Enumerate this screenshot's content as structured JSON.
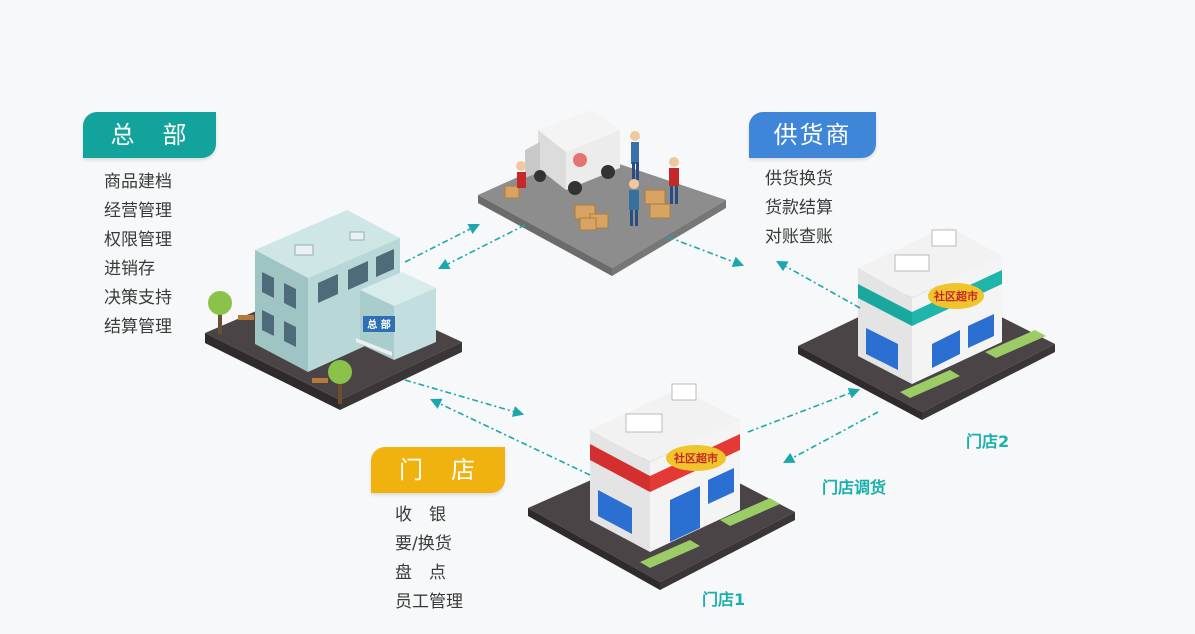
{
  "headquarters": {
    "title": "总　部",
    "items": [
      "商品建档",
      "经营管理",
      "权限管理",
      "进销存",
      "决策支持",
      "结算管理"
    ],
    "building_sign": "总 部"
  },
  "supplier": {
    "title": "供货商",
    "items": [
      "供货换货",
      "货款结算",
      "对账查账"
    ]
  },
  "store": {
    "title": "门　店",
    "items": [
      "收　银",
      "要/换货",
      "盘　点",
      "员工管理"
    ]
  },
  "store1": {
    "label": "门店1",
    "sign": "社区超市"
  },
  "store2": {
    "label": "门店2",
    "sign": "社区超市"
  },
  "store_transfer_label": "门店调货",
  "colors": {
    "hq_tag": "#12a39c",
    "supplier_tag": "#3f86d8",
    "store_tag": "#f0b20f",
    "flow_arrow": "#1ba8ad"
  }
}
